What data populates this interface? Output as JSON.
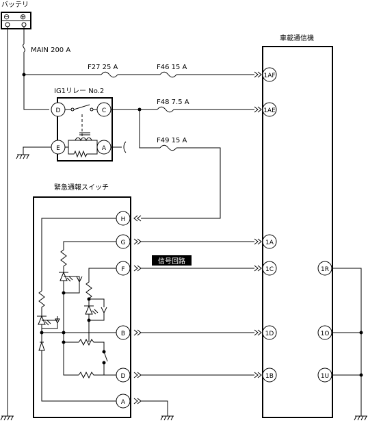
{
  "battery": {
    "label": "バッテリ",
    "minus": "⊖",
    "plus": "⊕"
  },
  "fuse_main": "MAIN 200 A",
  "fuses": {
    "f27": "F27 25 A",
    "f46": "F46 15 A",
    "f48": "F48 7.5 A",
    "f49": "F49 15 A"
  },
  "relay": {
    "title": "IG1リレー No.2",
    "pins": {
      "d": "D",
      "c": "C",
      "e": "E",
      "a": "A"
    }
  },
  "switch": {
    "title": "緊急通報スイッチ",
    "pins": {
      "h": "H",
      "g": "G",
      "f": "F",
      "b": "B",
      "d": "D",
      "a": "A"
    }
  },
  "unit": {
    "title": "車載通信機",
    "left_pins": {
      "af": "1AF",
      "ae": "1AE",
      "a": "1A",
      "c": "1C",
      "d": "1D",
      "b": "1B"
    },
    "right_pins": {
      "r": "1R",
      "o": "1O",
      "u": "1U"
    }
  },
  "signal_label": "信号回路"
}
